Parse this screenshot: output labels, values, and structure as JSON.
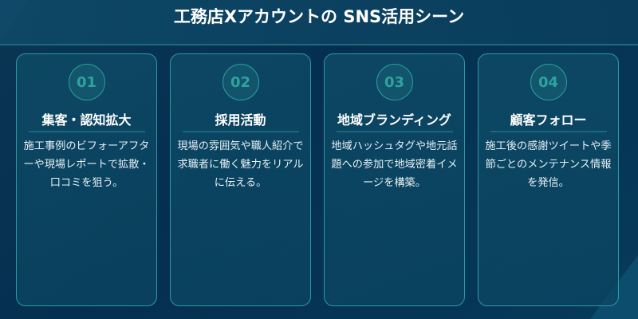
{
  "header": {
    "title": "工務店Xアカウントの SNS活用シーン"
  },
  "colors": {
    "accent": "#2a9d9a",
    "background": "#052f50",
    "card_border": "#2f9a9f"
  },
  "cards": [
    {
      "number": "01",
      "title": "集客・認知拡大",
      "description": "施工事例のビフォーアフターや現場レポートで拡散・口コミを狙う。"
    },
    {
      "number": "02",
      "title": "採用活動",
      "description": "現場の雰囲気や職人紹介で求職者に働く魅力をリアルに伝える。"
    },
    {
      "number": "03",
      "title": "地域ブランディング",
      "description": "地域ハッシュタグや地元話題への参加で地域密着イメージを構築。"
    },
    {
      "number": "04",
      "title": "顧客フォロー",
      "description": "施工後の感謝ツイートや季節ごとのメンテナンス情報を発信。"
    }
  ]
}
